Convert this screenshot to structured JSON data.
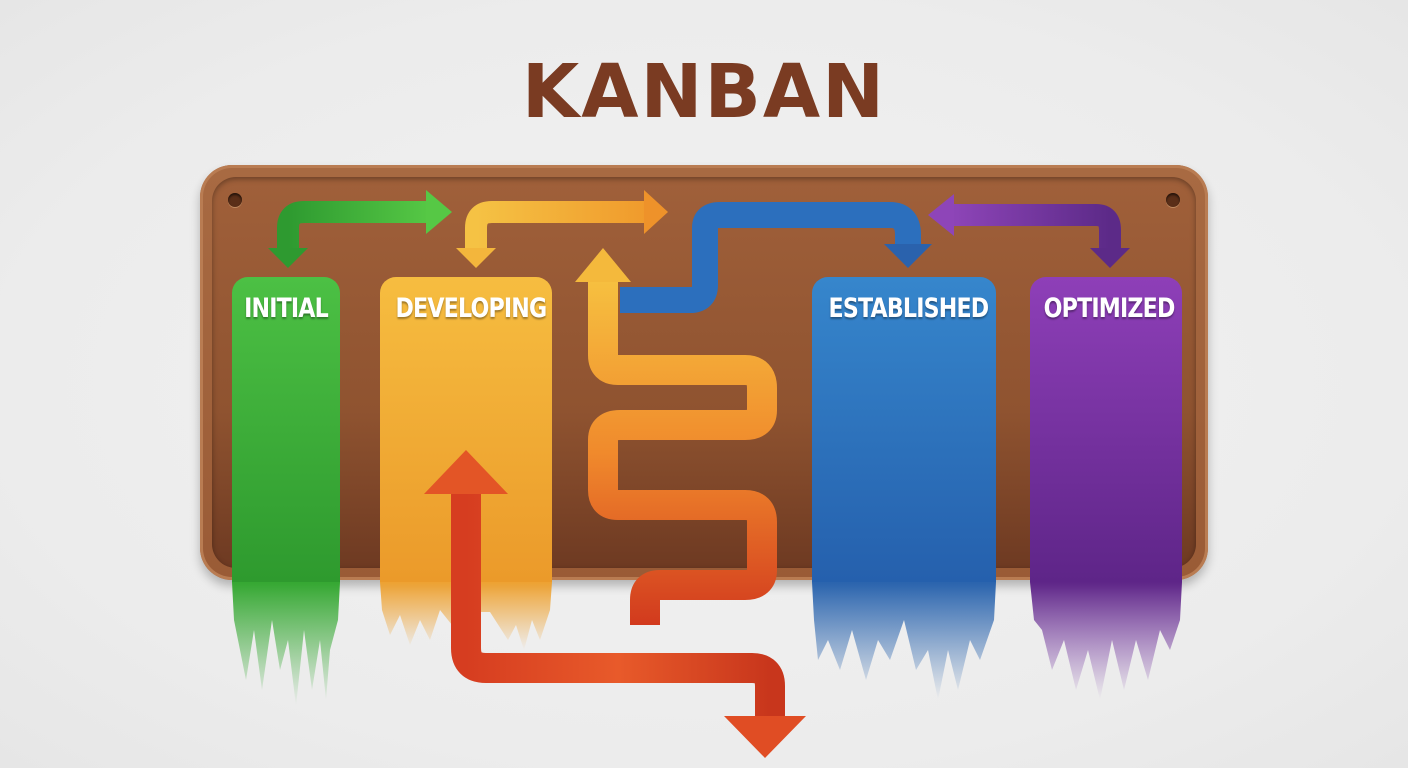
{
  "title": "KANBAN",
  "colors": {
    "title": "#7a3b22",
    "board": "#9a5b36",
    "initial": "#3fb53a",
    "developing": "#f0a830",
    "established": "#2f78c4",
    "optimized": "#7b35a6",
    "flow_arrow": "#e2572a"
  },
  "columns": [
    {
      "id": "initial",
      "label": "INITIAL",
      "color": "#3fb53a"
    },
    {
      "id": "developing",
      "label": "DEVELOPING",
      "color": "#f0a830"
    },
    {
      "id": "established",
      "label": "ESTABLISHED",
      "color": "#2f78c4"
    },
    {
      "id": "optimized",
      "label": "OPTIMIZED",
      "color": "#7b35a6"
    }
  ],
  "arrows": [
    {
      "name": "initial-developing-arrow",
      "color": "green",
      "direction": "bidirectional"
    },
    {
      "name": "developing-forward-arrow",
      "color": "yellow-orange",
      "direction": "bidirectional"
    },
    {
      "name": "established-loop-arrow",
      "color": "blue",
      "direction": "to-established"
    },
    {
      "name": "optimized-established-arrow",
      "color": "purple",
      "direction": "bidirectional"
    },
    {
      "name": "winding-flow-arrow",
      "color": "orange-red",
      "direction": "up-and-down"
    }
  ]
}
